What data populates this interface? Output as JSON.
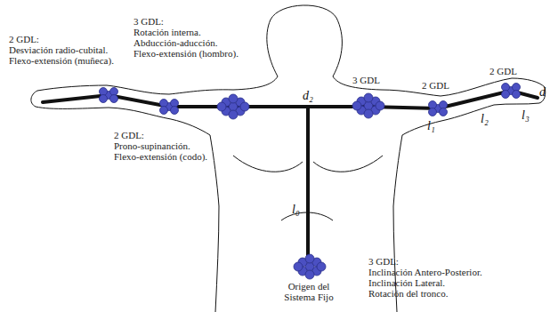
{
  "diagram": {
    "labels": [
      "2 GDL: Desviación radio-cubital. Flexo-extensión (muñeca).",
      "3 GDL: Rotación interna. Abducción-aducción. Flexo-extensión (hombro).",
      "2 GDL: Prono-supinanción. Flexo-extensión (codo).",
      "3 GDL",
      "2 GDL",
      "2 GDL",
      "d₂",
      "l₀",
      "l₁",
      "l₂",
      "l₃",
      "d",
      "3 GDL: Inclinación Antero-Posterior. Inclinación Lateral. Rotación del tronco.",
      "Origen del Sistema Fijo"
    ]
  }
}
